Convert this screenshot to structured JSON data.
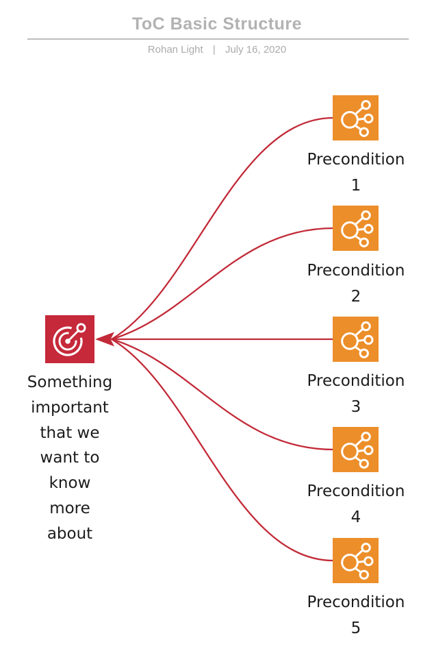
{
  "header": {
    "title": "ToC Basic Structure",
    "byline": {
      "author": "Rohan Light",
      "separator": "|",
      "date": "July 16, 2020"
    }
  },
  "colors": {
    "accent_red": "#C5293A",
    "accent_orange": "#EC8E2A",
    "arrow_red": "#C22A38",
    "title_gray": "#B2B2B2",
    "byline_gray": "#ABABAB",
    "divider_gray": "#BDBDBD"
  },
  "diagram": {
    "target": {
      "icon": "bullseye-target-icon",
      "label": "Something important that we want to know more about",
      "label_lines": [
        "Something",
        "important",
        "that we",
        "want to",
        "know",
        "more",
        "about"
      ]
    },
    "preconditions": [
      {
        "icon": "network-nodes-icon",
        "name": "Precondition",
        "number": "1"
      },
      {
        "icon": "network-nodes-icon",
        "name": "Precondition",
        "number": "2"
      },
      {
        "icon": "network-nodes-icon",
        "name": "Precondition",
        "number": "3"
      },
      {
        "icon": "network-nodes-icon",
        "name": "Precondition",
        "number": "4"
      },
      {
        "icon": "network-nodes-icon",
        "name": "Precondition",
        "number": "5"
      }
    ],
    "connections": [
      {
        "from": "Precondition 1",
        "to": "Something important that we want to know more about"
      },
      {
        "from": "Precondition 2",
        "to": "Something important that we want to know more about"
      },
      {
        "from": "Precondition 3",
        "to": "Something important that we want to know more about"
      },
      {
        "from": "Precondition 4",
        "to": "Something important that we want to know more about"
      },
      {
        "from": "Precondition 5",
        "to": "Something important that we want to know more about"
      }
    ]
  }
}
